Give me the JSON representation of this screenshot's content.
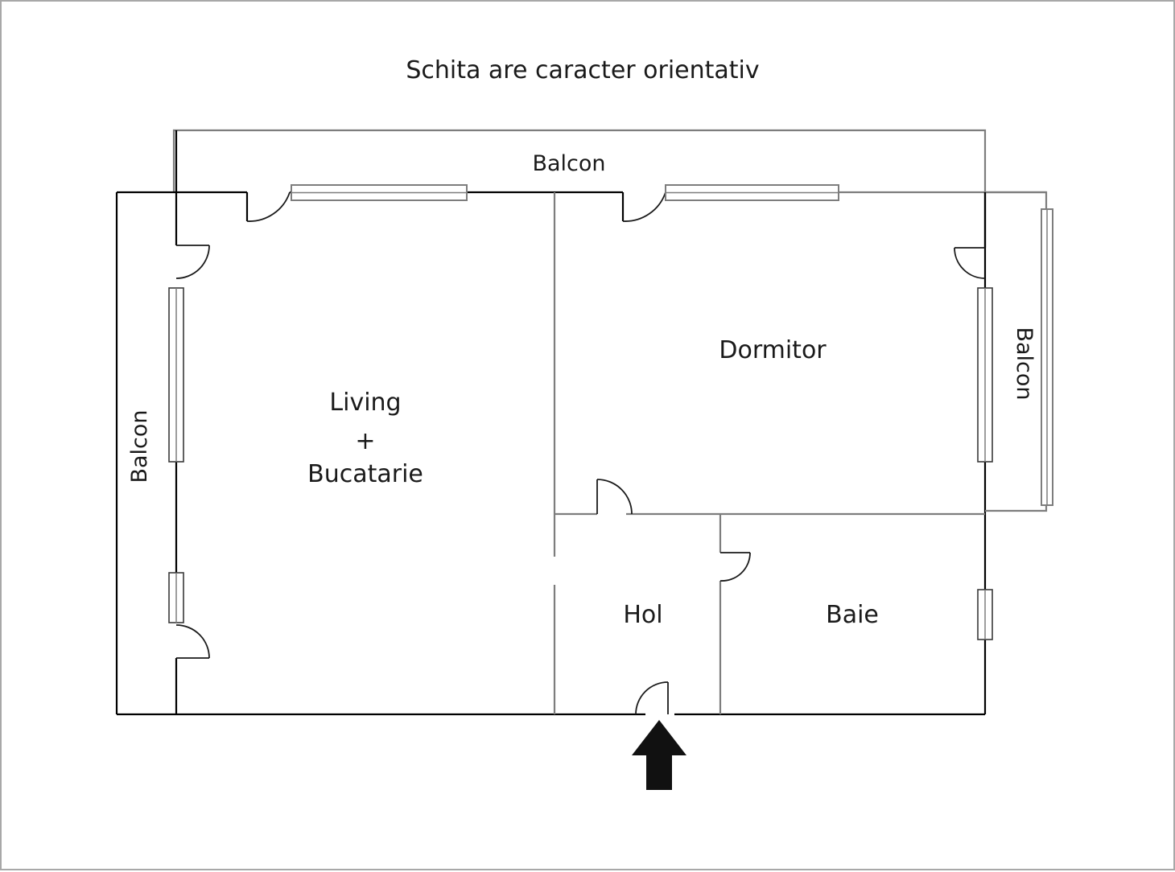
{
  "document": {
    "title": "Schita are caracter orientativ",
    "type": "apartment-floor-plan",
    "language": "ro"
  },
  "colors": {
    "wall": "#000000",
    "wall_light": "#7d7d7d",
    "text": "#1a1a1a",
    "background": "#ffffff",
    "arrow": "#111111",
    "page_border": "#a8a8a8"
  },
  "rooms": [
    {
      "id": "living",
      "label_line1": "Living",
      "label_line2": "+",
      "label_line3": "Bucatarie"
    },
    {
      "id": "dormitor",
      "label": "Dormitor"
    },
    {
      "id": "hol",
      "label": "Hol"
    },
    {
      "id": "baie",
      "label": "Baie"
    }
  ],
  "balconies": [
    {
      "id": "balcon-top",
      "label": "Balcon",
      "orientation": "horizontal"
    },
    {
      "id": "balcon-left",
      "label": "Balcon",
      "orientation": "vertical-ccw"
    },
    {
      "id": "balcon-right",
      "label": "Balcon",
      "orientation": "vertical-cw"
    }
  ],
  "entrance": {
    "marker": "entrance-arrow",
    "direction": "up"
  },
  "icons": {
    "entrance_arrow": "arrow-up-icon",
    "door_swing": "door-swing-icon",
    "window": "window-icon"
  }
}
